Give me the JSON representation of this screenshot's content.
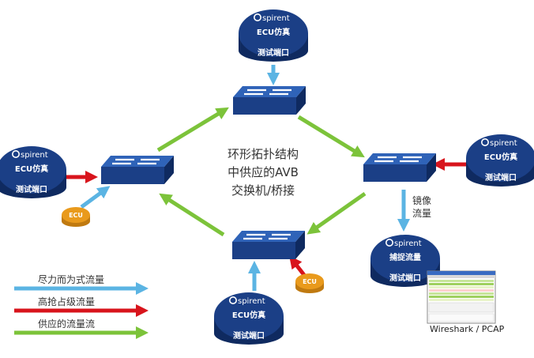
{
  "center_text": [
    "环形拓扑结构",
    "中供应的AVB",
    "交换机/桥接"
  ],
  "brand": "spirent",
  "brand_mark": "O",
  "nodes": {
    "top": {
      "top_label": "ECU仿真",
      "bottom_label": "测试端口"
    },
    "left": {
      "top_label": "ECU仿真",
      "bottom_label": "测试端口"
    },
    "right": {
      "top_label": "ECU仿真",
      "bottom_label": "测试端口"
    },
    "bottom": {
      "top_label": "ECU仿真",
      "bottom_label": "测试端口"
    },
    "capture": {
      "top_label": "捕捉流量",
      "bottom_label": "测试端口"
    }
  },
  "ecu_label": "ECU",
  "mirror_label": [
    "镜像",
    "流量"
  ],
  "wireshark_caption": "Wireshark / PCAP",
  "legend": [
    {
      "label": "尽力而为式流量",
      "color": "#5bb4e3"
    },
    {
      "label": "高抢占级流量",
      "color": "#d8141c"
    },
    {
      "label": "供应的流量流",
      "color": "#7cc33a"
    }
  ],
  "colors": {
    "navy": "#1b3f86",
    "navy_dark": "#0f2a60",
    "switch_top": "#2f63b8",
    "ecu_gold": "#e99a1c",
    "ring_green": "#7cc33a",
    "best_effort_blue": "#5bb4e3",
    "preempt_red": "#d8141c"
  }
}
